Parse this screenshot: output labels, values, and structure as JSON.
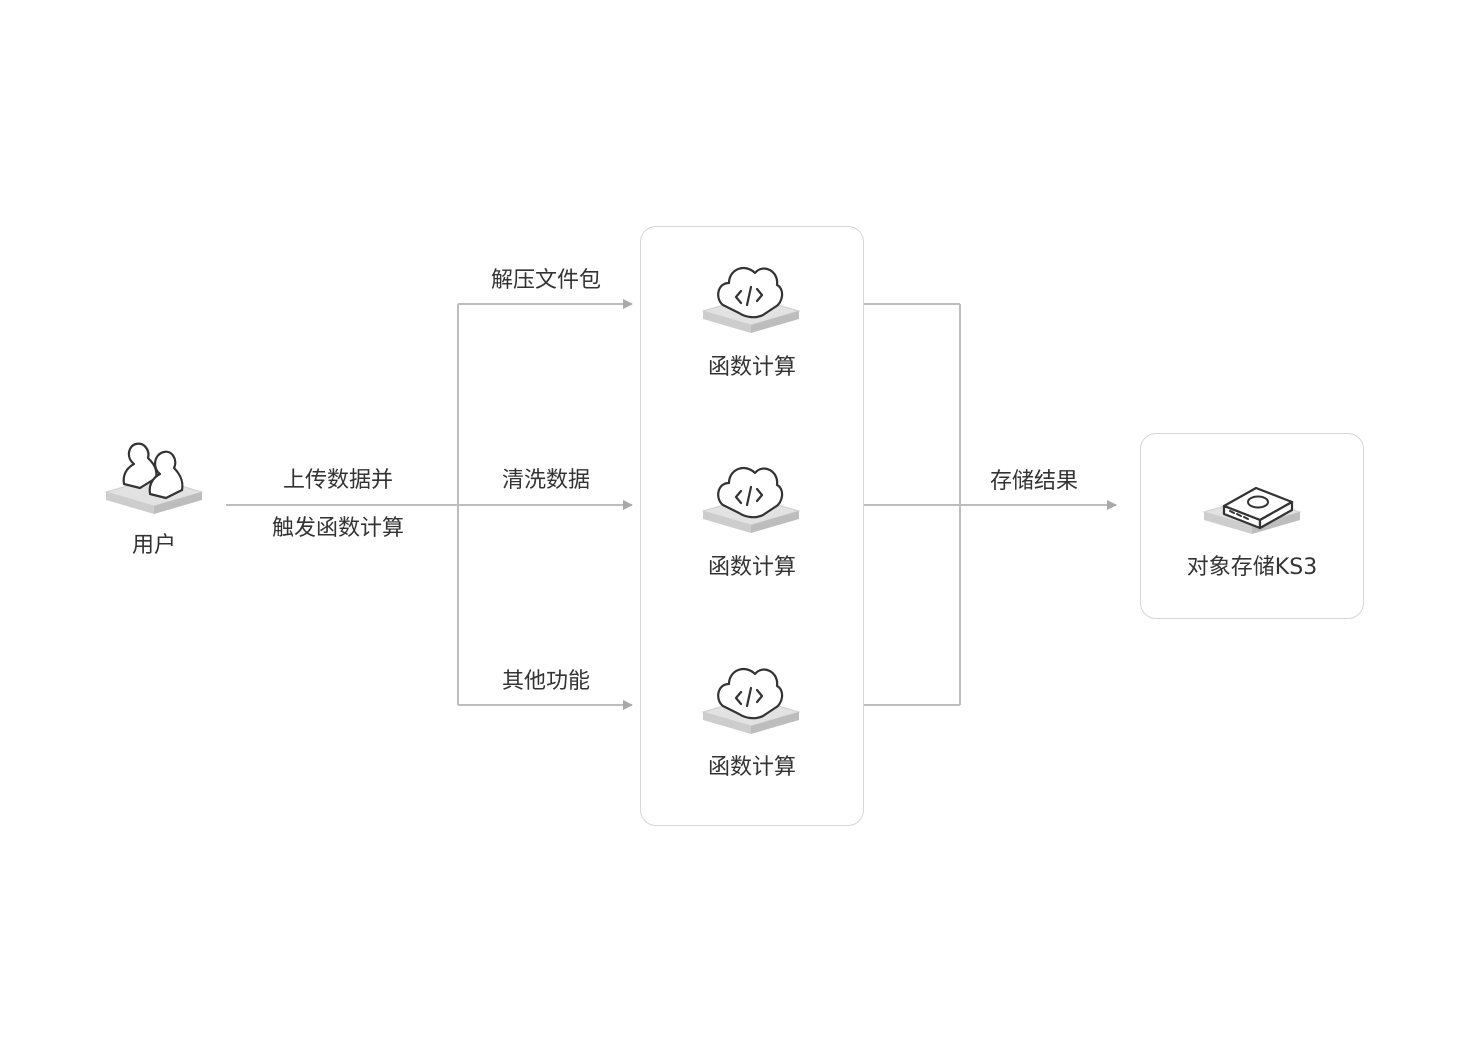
{
  "user": {
    "label": "用户",
    "icon": "users-icon"
  },
  "trigger": {
    "line1": "上传数据并",
    "line2": "触发函数计算"
  },
  "branches": [
    {
      "label": "解压文件包"
    },
    {
      "label": "清洗数据"
    },
    {
      "label": "其他功能"
    }
  ],
  "functions": [
    {
      "label": "函数计算",
      "icon": "cloud-code-icon"
    },
    {
      "label": "函数计算",
      "icon": "cloud-code-icon"
    },
    {
      "label": "函数计算",
      "icon": "cloud-code-icon"
    }
  ],
  "store_edge": {
    "label": "存储结果"
  },
  "storage": {
    "label": "对象存储KS3",
    "icon": "storage-disk-icon"
  },
  "colors": {
    "line": "#bdbdbd",
    "arrow": "#a9a9a9",
    "box_border": "#d6d6d6",
    "icon_stroke": "#333333",
    "platform": "#dcdcdc",
    "platform_side": "#c6c6c6",
    "text": "#333333"
  }
}
